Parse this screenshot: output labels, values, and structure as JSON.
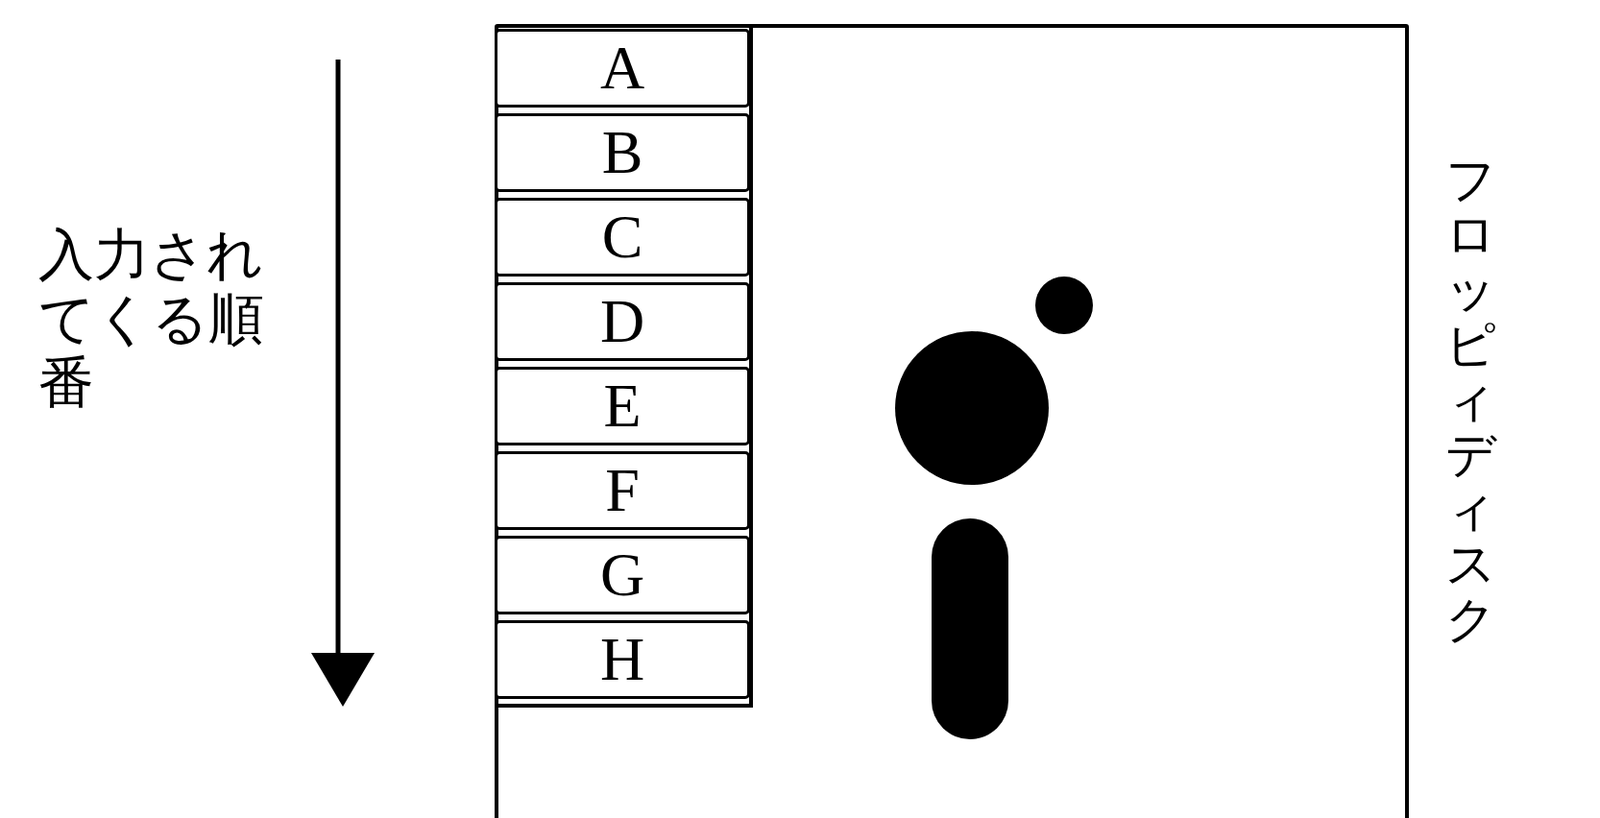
{
  "diagram": {
    "nodes": [
      {
        "text": [
          "フロッピィディスク"
        ]
      },
      {
        "text": [
          "A"
        ],
        "in": 0
      },
      {
        "text": [
          "B"
        ],
        "in": 0
      },
      {
        "text": [
          "C"
        ],
        "in": 0
      },
      {
        "text": [
          "D"
        ],
        "in": 0
      },
      {
        "text": [
          "E"
        ],
        "in": 0
      },
      {
        "text": [
          "F"
        ],
        "in": 0
      },
      {
        "text": [
          "G"
        ],
        "in": 0
      },
      {
        "text": [
          "H"
        ],
        "in": 0
      }
    ],
    "labels": [
      "入力されてくる順番"
    ]
  }
}
